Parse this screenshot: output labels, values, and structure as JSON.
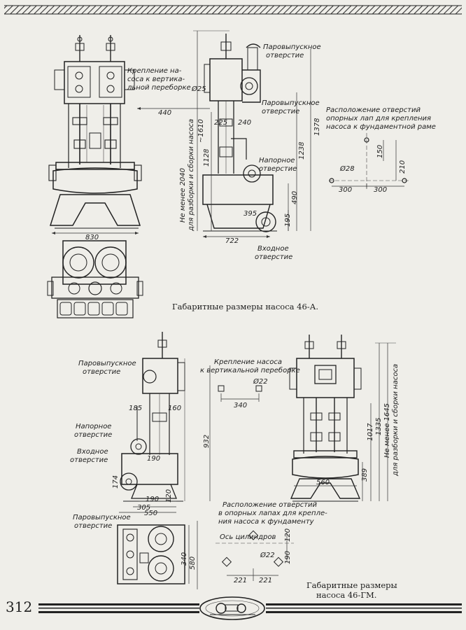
{
  "page": {
    "number": "312"
  },
  "pump_46A": {
    "caption": "Габаритные размеры насоса 46-А.",
    "callouts": {
      "mount_vertical": [
        "Крепление на-",
        "соса к вертика-",
        "льной переборке"
      ],
      "steam_outlet_top": [
        "Паровыпускное",
        "отверстие"
      ],
      "steam_outlet_mid": [
        "Паровыпускное",
        "отверстие"
      ],
      "delivery": [
        "Напорное",
        "отверстие"
      ],
      "inlet": [
        "Входное",
        "отверстие"
      ],
      "feet_holes": [
        "Расположение отверстий",
        "опорных лап для крепления",
        "насоса к фундаментной раме"
      ],
      "vertical_note": [
        "Не менее 2040",
        "для разборки и сборки насоса"
      ]
    },
    "dims": {
      "d830": "830",
      "d440": "440",
      "d25": "Ø25",
      "d225": "225",
      "d240": "240",
      "d1610": "~1610",
      "d1128": "1128",
      "d1238": "1238",
      "d1378": "1378",
      "d490": "490",
      "d395": "395",
      "d195": "195",
      "d722": "722",
      "d150": "150",
      "d210": "210",
      "d28": "Ø28",
      "d300a": "300",
      "d300b": "300"
    }
  },
  "pump_46GM": {
    "caption": [
      "Габаритные размеры",
      "насоса 46-ГМ."
    ],
    "callouts": {
      "steam_outlet": [
        "Паровыпускное",
        "отверстие"
      ],
      "delivery": [
        "Напорное",
        "отверстие"
      ],
      "inlet": [
        "Входное",
        "отверстие"
      ],
      "steam_outlet_plan": [
        "Паровыпускное",
        "отверстие"
      ],
      "mount_vertical": [
        "Крепление насоса",
        "к вертикальной переборке"
      ],
      "feet_holes": [
        "Расположение отверстий",
        "в опорных лапах для крепле-",
        "ния насоса к фундаменту"
      ],
      "cyl_axis": "Ось цилиндров",
      "vertical_note": [
        "Не менее 1645",
        "для разборки и сборки насоса"
      ]
    },
    "dims": {
      "d185": "185",
      "d160": "160",
      "d190a": "190",
      "d174": "174",
      "d190b": "190",
      "d305": "305",
      "d120a": "120",
      "d550": "550",
      "d340": "340",
      "d580": "580",
      "d22a": "Ø22",
      "d340b": "340",
      "d932": "932",
      "d560": "560",
      "d389": "389",
      "d1017": "1017",
      "d1335": "1335",
      "d120b": "120",
      "d190c": "190",
      "d22b": "Ø22",
      "d221a": "221",
      "d221b": "221"
    }
  }
}
